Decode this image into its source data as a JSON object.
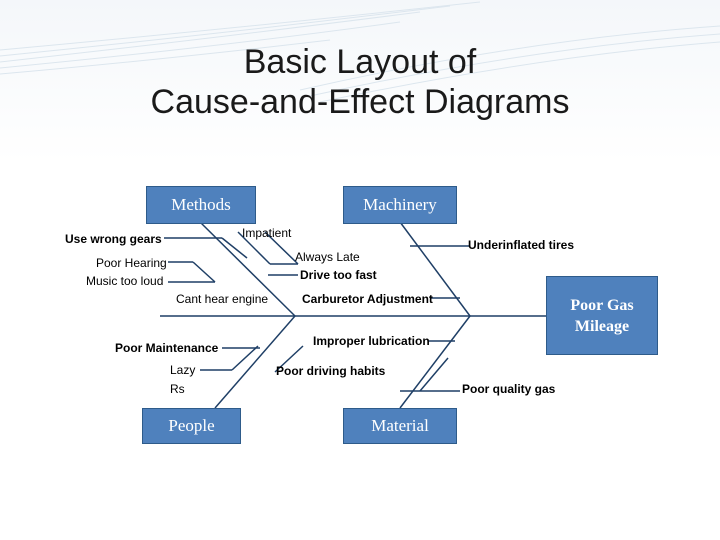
{
  "title": {
    "line1": "Basic Layout of",
    "line2": "Cause-and-Effect Diagrams"
  },
  "categories": {
    "methods": "Methods",
    "machinery": "Machinery",
    "people": "People",
    "material": "Material"
  },
  "effect": {
    "line1": "Poor Gas",
    "line2": "Mileage"
  },
  "causes": {
    "use_wrong_gears": "Use wrong gears",
    "poor_hearing": "Poor Hearing",
    "music_too_loud": "Music too loud",
    "impatient": "Impatient",
    "always_late": "Always Late",
    "drive_too_fast": "Drive too fast",
    "cant_hear_engine": "Cant hear engine",
    "underinflated_tires": "Underinflated tires",
    "carburetor_adjustment": "Carburetor Adjustment",
    "improper_lubrication": "Improper lubrication",
    "poor_maintenance": "Poor Maintenance",
    "lazy": "Lazy",
    "rs": "Rs",
    "poor_driving_habits": "Poor driving habits",
    "poor_quality_gas": "Poor quality gas"
  },
  "colors": {
    "box_fill": "#4f81bd",
    "line": "#1f3f66"
  }
}
